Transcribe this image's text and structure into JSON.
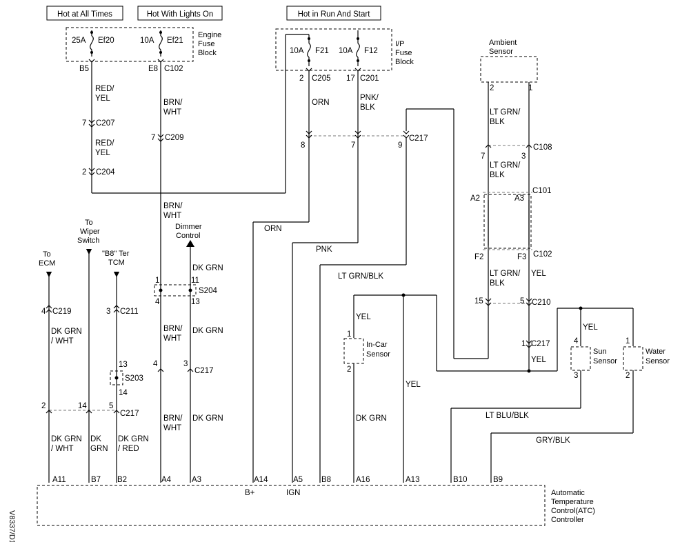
{
  "headers": [
    "Hot at All Times",
    "Hot With Lights On",
    "Hot in Run And Start"
  ],
  "fuse_blocks": {
    "engine": [
      "Engine",
      "Fuse",
      "Block"
    ],
    "ip": [
      "I/P",
      "Fuse",
      "Block"
    ]
  },
  "fuses": [
    {
      "amps": "25A",
      "id": "Ef20"
    },
    {
      "amps": "10A",
      "id": "Ef21"
    },
    {
      "amps": "10A",
      "id": "F21"
    },
    {
      "amps": "10A",
      "id": "F12"
    }
  ],
  "components": {
    "ambient_sensor": [
      "Ambient",
      "Sensor"
    ],
    "in_car_sensor": [
      "In-Car",
      "Sensor"
    ],
    "sun_sensor": [
      "Sun",
      "Sensor"
    ],
    "water_sensor": [
      "Water",
      "Sensor"
    ],
    "controller": [
      "Automatic",
      "Temperature",
      "Control(ATC)",
      "Controller"
    ],
    "to_ecm": [
      "To",
      "ECM"
    ],
    "to_wiper": [
      "To",
      "Wiper",
      "Switch"
    ],
    "b8_ter": [
      "\"B8\" Ter",
      "TCM"
    ],
    "dimmer": [
      "Dimmer",
      "Control"
    ]
  },
  "connectors": {
    "c102": "C102",
    "c205": "C205",
    "c201": "C201",
    "c207": "C207",
    "c209": "C209",
    "c204": "C204",
    "c217": "C217",
    "c108": "C108",
    "c101": "C101",
    "c210": "C210",
    "c219": "C219",
    "c211": "C211",
    "s204": "S204",
    "s203": "S203"
  },
  "pins": {
    "b5": "B5",
    "e8": "E8",
    "p2": "2",
    "p17": "17",
    "p7": "7",
    "p8": "8",
    "p9": "9",
    "p3": "3",
    "p1": "1",
    "p4": "4",
    "p11": "11",
    "p13": "13",
    "p14": "14",
    "p5": "5",
    "p15": "15",
    "a2": "A2",
    "a3": "A3",
    "f2": "F2",
    "f3": "F3"
  },
  "wires": {
    "red_yel": [
      "RED/",
      "YEL"
    ],
    "brn_wht": [
      "BRN/",
      "WHT"
    ],
    "orn": "ORN",
    "pnk_blk": [
      "PNK/",
      "BLK"
    ],
    "pnk": "PNK",
    "lt_grn_blk": [
      "LT GRN/",
      "BLK"
    ],
    "lt_grn_blk_inline": "LT GRN/BLK",
    "yel": "YEL",
    "dk_grn": "DK GRN",
    "dk_grn_wht": [
      "DK GRN",
      "/ WHT"
    ],
    "dk_grn_red": [
      "DK GRN",
      "/ RED"
    ],
    "dk_grn_split": [
      "DK",
      "GRN"
    ],
    "lt_blu_blk": "LT BLU/BLK",
    "gry_blk": "GRY/BLK"
  },
  "terminals": [
    "A11",
    "B7",
    "B2",
    "A4",
    "A3",
    "A14",
    "A5",
    "B8",
    "A16",
    "A13",
    "B10",
    "B9"
  ],
  "controller_labels": {
    "bplus": "B+",
    "ign": "IGN"
  },
  "figure_id": "V8337/D1"
}
